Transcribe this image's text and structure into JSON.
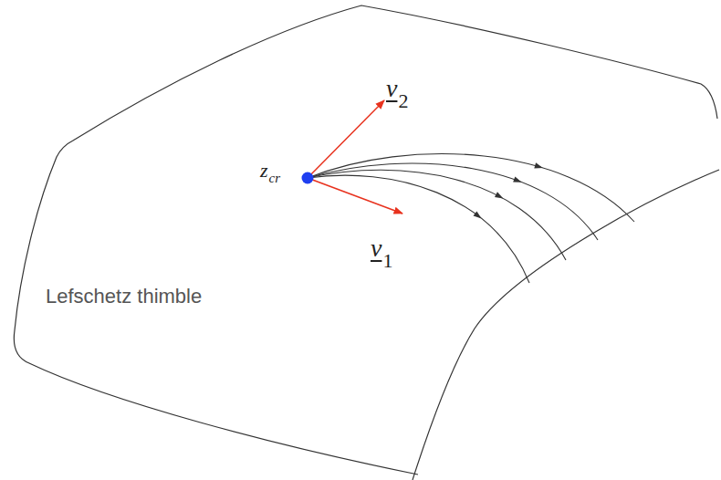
{
  "diagram": {
    "labels": [
      "z",
      "cr",
      "v",
      "2",
      "v",
      "1",
      "Lefschetz thimble"
    ]
  }
}
